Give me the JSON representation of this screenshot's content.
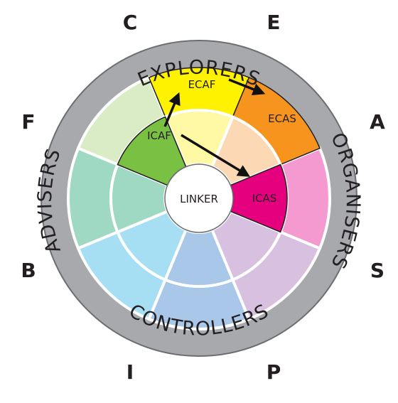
{
  "axis_letters": {
    "top_left": "C",
    "top_right": "E",
    "left_upper": "F",
    "right_upper": "A",
    "left_lower": "B",
    "right_lower": "S",
    "bottom_left": "I",
    "bottom_right": "P"
  },
  "ring_labels": {
    "top": "EXPLORERS",
    "right": "ORGANISERS",
    "bottom": "CONTROLLERS",
    "left": "ADVISERS"
  },
  "center_label": "LINKER",
  "segments": [
    {
      "id": "ecaf",
      "label": "ECAF",
      "color": "#fff200"
    },
    {
      "id": "ecas",
      "label": "ECAS",
      "color": "#f7941d"
    },
    {
      "id": "icaf",
      "label": "ICAF",
      "color": "#7ac143"
    },
    {
      "id": "icas",
      "label": "ICAS",
      "color": "#e5007d"
    }
  ],
  "colors": {
    "outer_ring": "#a7a9ac",
    "explorers_inner": "#fff9a6",
    "organisers_inner": "#fcd9b4",
    "advisers_outer": "#d9ecc6",
    "advisers_mint": "#9fd8c3",
    "controllers": "#a6dff3",
    "controllers_blue": "#a9c7e8",
    "organisers_pink": "#f49ad1",
    "organisers_lilac": "#d8c0e0"
  },
  "arrows": [
    {
      "from": "ICAF",
      "to": "ECAF"
    },
    {
      "from": "ECAF",
      "to": "ECAS"
    },
    {
      "from": "ICAF",
      "to": "ICAS"
    }
  ]
}
